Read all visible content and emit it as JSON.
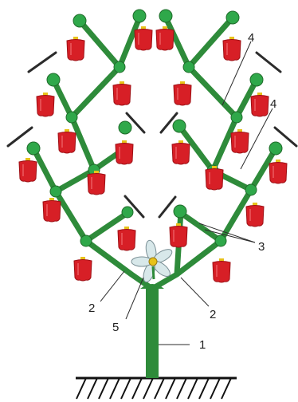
{
  "colors": {
    "branch": "#2e8b3a",
    "branch_dark": "#1f6b2a",
    "node": "#2fa84a",
    "fruit": "#d71f26",
    "fruit_dark": "#9e1015",
    "stem": "#e8c21a",
    "leader": "#2b2b2b",
    "flower": "#d8e8ea"
  },
  "labels": {
    "trunk": "1",
    "branch_left": "2",
    "branch_right": "2",
    "shoots": "3",
    "upper_right_1": "4",
    "upper_right_2": "4",
    "flower": "5"
  },
  "icons": {
    "ground": "ground-hatch-icon",
    "flower": "flower-icon",
    "fruit": "pepper-fruit-icon"
  }
}
